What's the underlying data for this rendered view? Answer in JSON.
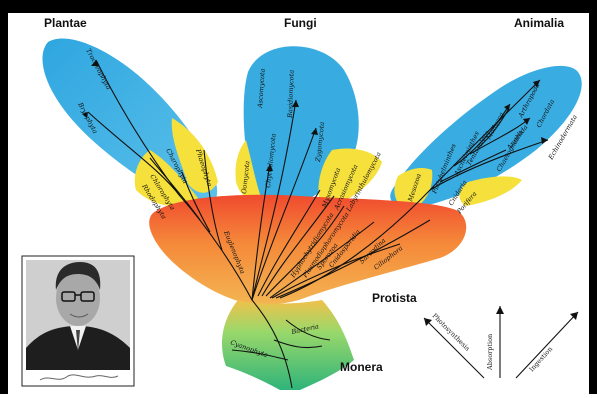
{
  "kingdoms": {
    "plantae": "Plantae",
    "fungi": "Fungi",
    "animalia": "Animalia",
    "protista": "Protista",
    "monera": "Monera"
  },
  "taxa": {
    "plantae": [
      "Tracheophyta",
      "Bryophyta",
      "Chlorophyta",
      "Rhodophyta",
      "Charophyta",
      "Phaeophyta"
    ],
    "fungi": [
      "Ascomycota",
      "Basidiomycota",
      "Zygomycota",
      "Chytridiomycota",
      "Oomycota",
      "Myxomycota",
      "Acrasiomycota",
      "Labyrinthulomycota"
    ],
    "animalia": [
      "Arthropoda",
      "Mollusca",
      "Annelida",
      "Chordata",
      "Echinodermata",
      "Chaetognatha",
      "Tentaculata",
      "Aschelminthes",
      "Platyhelminthes",
      "Mesozoa",
      "Cnidaria",
      "Porifera"
    ],
    "protista": [
      "Euglenophyta",
      "Hyphochytridiomycota",
      "Plasmodiophoromycota",
      "Sporozoa",
      "Cnidosporidia",
      "Sarcodina",
      "Ciliophora"
    ],
    "monera": [
      "Bacteria",
      "Cyanophyta"
    ]
  },
  "legend": {
    "photosynthesis": "Photosynthesis",
    "absorption": "Absorption",
    "ingestion": "Ingestion"
  },
  "colors": {
    "blue": "#35a8dc",
    "yellow": "#f5e03c",
    "orange": "#f26a3a",
    "green": "#7dcf6a",
    "frame": "#000000"
  }
}
